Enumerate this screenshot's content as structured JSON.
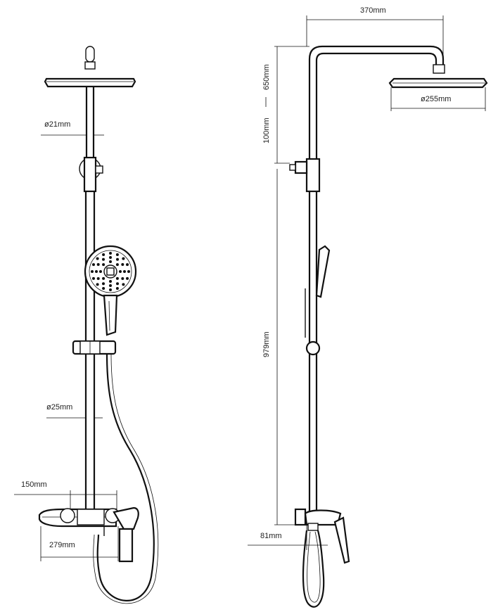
{
  "dimensions": {
    "diam_pipe_top": "ø21mm",
    "diam_pipe_bottom": "ø25mm",
    "width_150": "150mm",
    "width_279": "279mm",
    "width_370": "370mm",
    "height_650": "650mm",
    "height_100": "100mm",
    "diam_head": "ø255mm",
    "height_979": "979mm",
    "offset_81": "81mm"
  }
}
